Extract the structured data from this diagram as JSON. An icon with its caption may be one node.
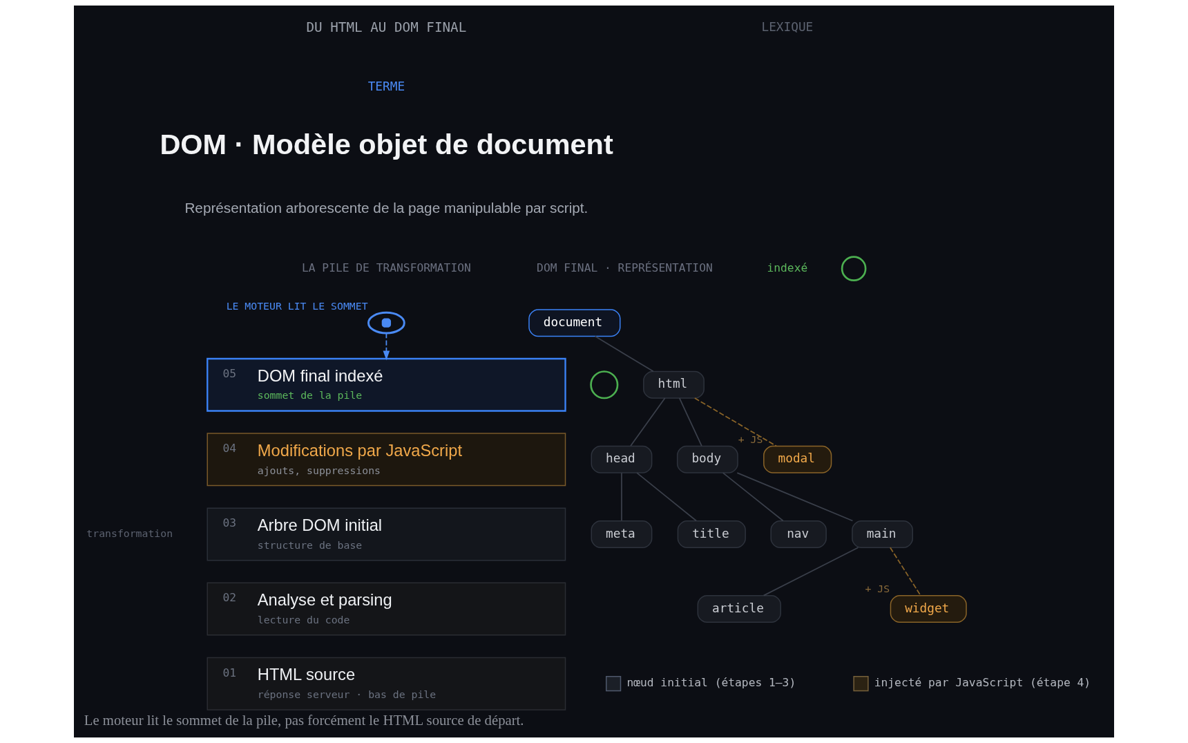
{
  "diagram": {
    "caption": "Le moteur lit le sommet de la pile, pas forcément le HTML source de départ.",
    "title": "DOM · Modèle objet de document",
    "nodes": [
      {
        "text": [],
        "shape": "eye",
        "beside": [
          "LE MOTEUR LIT LE SOMMET"
        ]
      },
      {
        "text": [
          "05",
          "DOM final indexé",
          "sommet de la pile"
        ]
      },
      {
        "text": [],
        "shape": "circle"
      },
      {
        "text": [
          "04",
          "Modifications par JavaScript",
          "ajouts, suppressions"
        ]
      },
      {
        "text": [
          "03",
          "Arbre DOM initial",
          "structure de base"
        ]
      },
      {
        "text": [
          "02",
          "Analyse et parsing",
          "lecture du code"
        ]
      },
      {
        "text": [
          "01",
          "HTML source",
          "réponse serveur · bas de pile"
        ]
      },
      {
        "text": [],
        "shape": "circle"
      },
      {
        "text": [
          "document"
        ]
      },
      {
        "text": [
          "html"
        ]
      },
      {
        "text": [
          "modal"
        ],
        "beside": [
          "+ JS"
        ]
      },
      {
        "text": [
          "head"
        ]
      },
      {
        "text": [
          "body"
        ]
      },
      {
        "text": [
          "meta"
        ]
      },
      {
        "text": [
          "title"
        ]
      },
      {
        "text": [
          "nav"
        ]
      },
      {
        "text": [
          "main"
        ]
      },
      {
        "text": [
          "article"
        ]
      },
      {
        "text": [
          "widget"
        ],
        "beside": [
          "+ JS"
        ]
      }
    ],
    "edges": [
      {
        "from": 0,
        "to": 1,
        "arrow": "to",
        "style": "dashed",
        "color": "#4a8af4"
      },
      {
        "from": 8,
        "to": 9,
        "arrow": "none"
      },
      {
        "from": 9,
        "to": 11,
        "arrow": "none"
      },
      {
        "from": 9,
        "to": 12,
        "arrow": "none"
      },
      {
        "from": 9,
        "to": 10,
        "arrow": "none",
        "style": "dashed",
        "color": "#8a6428"
      },
      {
        "from": 11,
        "to": 13,
        "arrow": "none"
      },
      {
        "from": 11,
        "to": 14,
        "arrow": "none"
      },
      {
        "from": 12,
        "to": 15,
        "arrow": "none"
      },
      {
        "from": 12,
        "to": 16,
        "arrow": "none"
      },
      {
        "from": 16,
        "to": 17,
        "arrow": "none"
      },
      {
        "from": 16,
        "to": 18,
        "arrow": "none",
        "style": "dashed",
        "color": "#8a6428"
      }
    ],
    "labels": [
      "DU HTML AU DOM FINAL",
      "LEXIQUE",
      "TERME",
      "Représentation arborescente de la page manipulable par script.",
      "LA PILE DE TRANSFORMATION",
      "DOM FINAL · REPRÉSENTATION",
      "indexé",
      "transformation"
    ],
    "legend": [
      {
        "text": "nœud initial (étapes 1–3)",
        "color": "#1b1f27"
      },
      {
        "text": "injecté par JavaScript (étape 4)",
        "color": "#2b2213"
      }
    ]
  }
}
